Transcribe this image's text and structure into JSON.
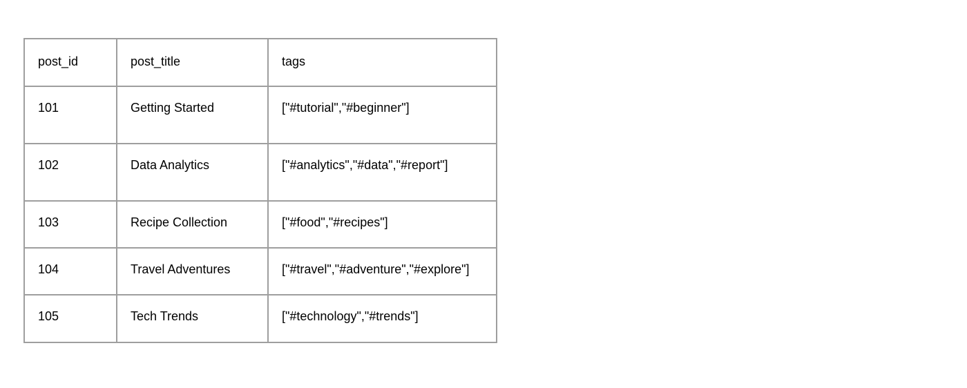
{
  "table": {
    "columns": [
      "post_id",
      "post_title",
      "tags"
    ],
    "rows": [
      {
        "post_id": "101",
        "post_title": "Getting Started",
        "tags": "[\"#tutorial\",\"#beginner\"]"
      },
      {
        "post_id": "102",
        "post_title": "Data Analytics",
        "tags": "[\"#analytics\",\"#data\",\"#report\"]"
      },
      {
        "post_id": "103",
        "post_title": "Recipe Collection",
        "tags": "[\"#food\",\"#recipes\"]"
      },
      {
        "post_id": "104",
        "post_title": "Travel Adventures",
        "tags": "[\"#travel\",\"#adventure\",\"#explore\"]"
      },
      {
        "post_id": "105",
        "post_title": "Tech Trends",
        "tags": "[\"#technology\",\"#trends\"]"
      }
    ]
  },
  "colors": {
    "border": "#9e9e9e",
    "text": "#000000",
    "background": "#ffffff"
  }
}
